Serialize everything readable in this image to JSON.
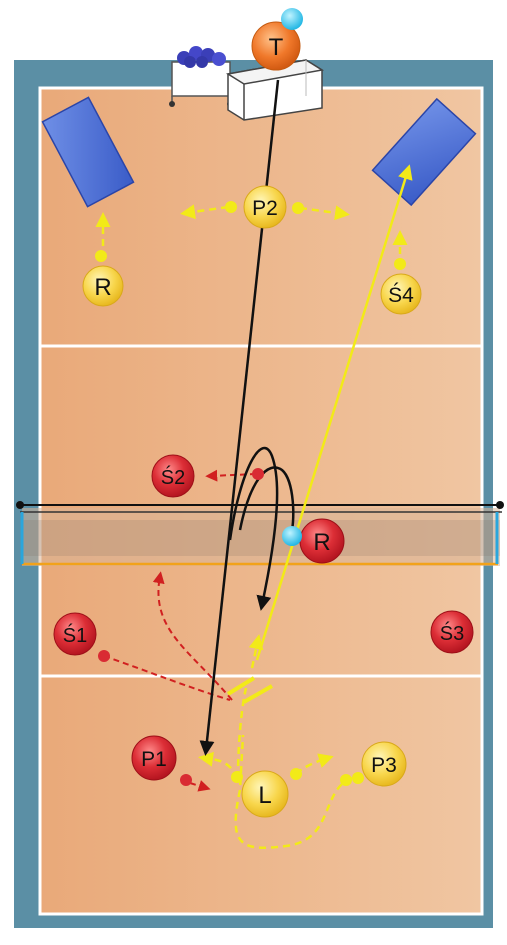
{
  "coach": {
    "label": "T"
  },
  "players": {
    "yellow_r": "R",
    "yellow_p2": "P2",
    "yellow_s4": "Ś4",
    "yellow_l": "L",
    "yellow_p3": "P3",
    "red_s2": "Ś2",
    "red_r": "R",
    "red_s1": "Ś1",
    "red_s3": "Ś3",
    "red_p1": "P1"
  },
  "colors": {
    "court_border": "#5b8fa5",
    "court_floor": "#e8b386",
    "yellow_player": "#f7d54a",
    "red_player": "#d92b33",
    "coach": "#f07a24",
    "ball": "#39c5ec",
    "yellow_path": "#f2ea18",
    "black_path": "#111111",
    "red_path": "#d12020"
  }
}
